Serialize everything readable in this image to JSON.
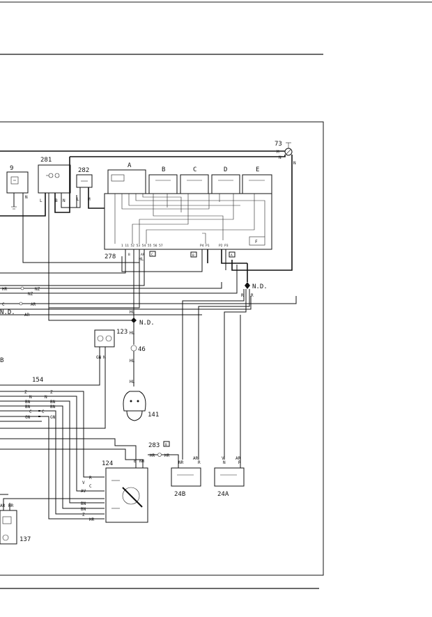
{
  "labels": {
    "n73": "73",
    "n9": "9",
    "n281": "281",
    "n282": "282",
    "n278": "278",
    "n123": "123",
    "n46": "46",
    "n141": "141",
    "n154": "154",
    "n124": "124",
    "n283": "283",
    "n248": "24B",
    "n24a": "24A",
    "n137": "137",
    "nd1": "N.D.",
    "nd2": "N.D.",
    "nd3": "N.D.",
    "relay_a": "A",
    "relay_b": "B",
    "relay_c": "C",
    "relay_d": "D",
    "relay_e": "E",
    "conn_c": "C",
    "conn_b": "B",
    "conn_a": "A",
    "conn_283": "B",
    "block_f": "F",
    "pins_left": "1 11 52 53 54 55 56 57",
    "pins_p4": "P4 P1",
    "pins_p2": "P2 P3",
    "frag_b": "B"
  },
  "wire_codes": {
    "hr": "HR",
    "nz": "NZ",
    "c": "C",
    "ar": "AR",
    "hl": "HL",
    "n": "N",
    "b": "B",
    "l": "L",
    "m": "M",
    "r": "R",
    "z": "Z",
    "bn": "BN",
    "gn": "GN",
    "av": "AV",
    "v": "V",
    "nr": "NR"
  }
}
